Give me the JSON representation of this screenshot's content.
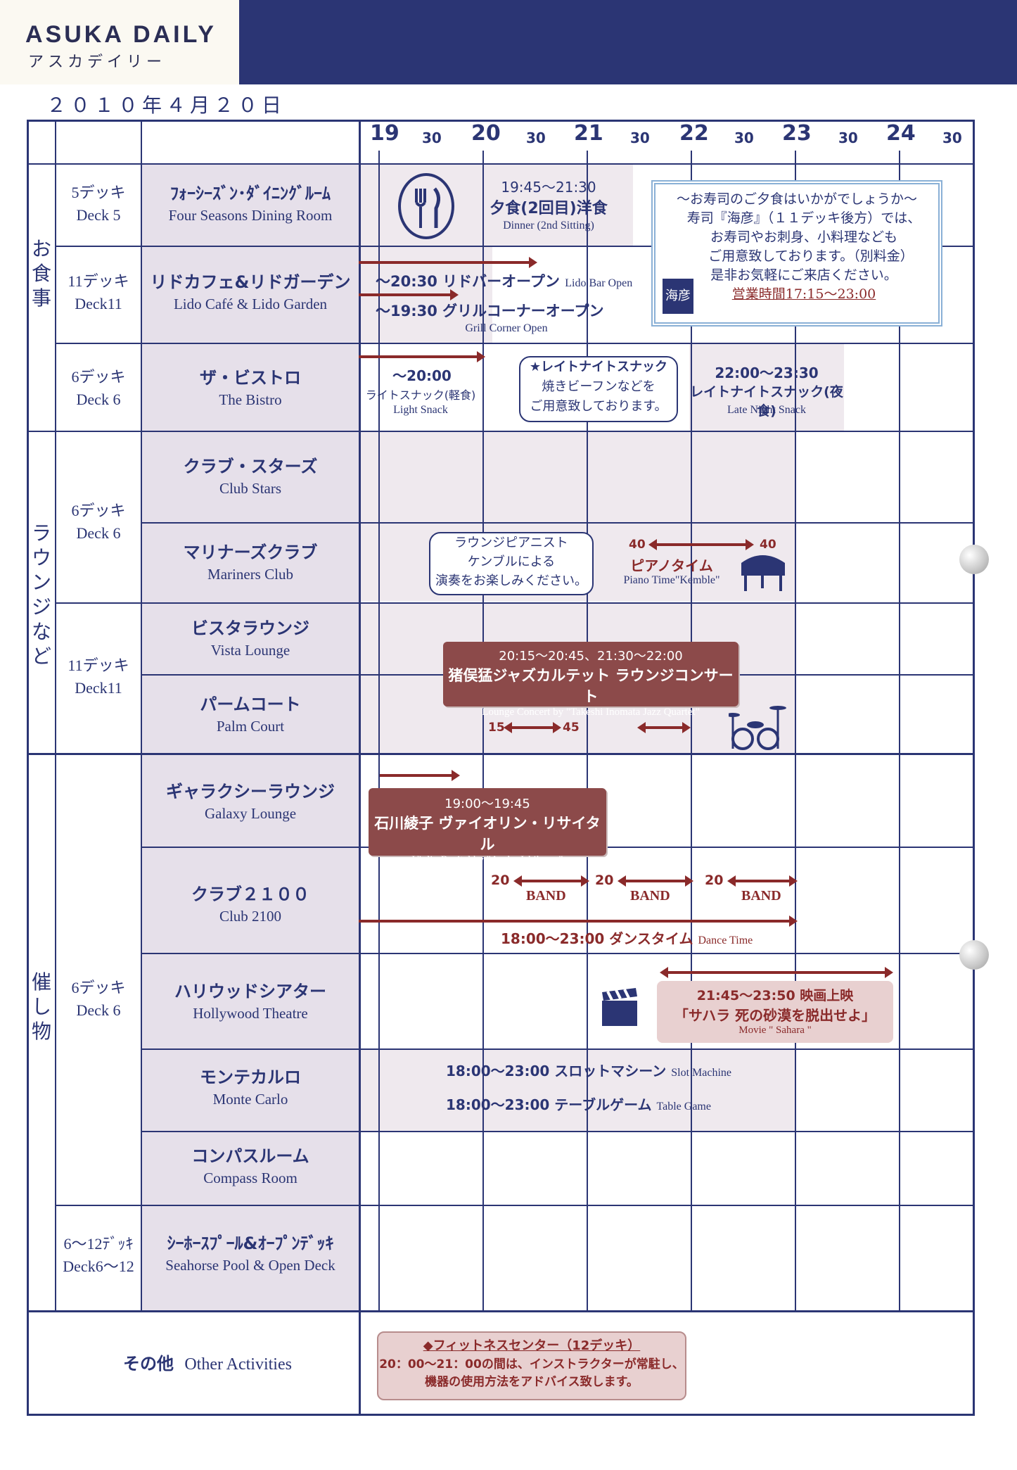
{
  "header": {
    "brand": "ASUKA DAILY",
    "brand_kana": "アスカデイリー",
    "date": "２０１０年４月２０日"
  },
  "timeline": {
    "hours": [
      "19",
      "20",
      "21",
      "22",
      "23",
      "24"
    ],
    "half": "30"
  },
  "categories": {
    "dining": "お食事",
    "lounge": "ラウンジなど",
    "events": "催し物"
  },
  "decks": {
    "d5": [
      "5デッキ",
      "Deck 5"
    ],
    "d11a": [
      "11デッキ",
      "Deck11"
    ],
    "d6a": [
      "6デッキ",
      "Deck 6"
    ],
    "d6b": [
      "6デッキ",
      "Deck 6"
    ],
    "d11b": [
      "11デッキ",
      "Deck11"
    ],
    "d6c": [
      "6デッキ",
      "Deck 6"
    ],
    "d612": [
      "6〜12ﾃﾞｯｷ",
      "Deck6〜12"
    ]
  },
  "venues": [
    {
      "jp": "ﾌｫｰｼｰｽﾞﾝ･ﾀﾞｲﾆﾝｸﾞﾙｰﾑ",
      "en": "Four Seasons Dining Room"
    },
    {
      "jp": "リドカフェ&リドガーデン",
      "en": "Lido Café & Lido Garden"
    },
    {
      "jp": "ザ・ビストロ",
      "en": "The Bistro"
    },
    {
      "jp": "クラブ・スターズ",
      "en": "Club Stars"
    },
    {
      "jp": "マリナーズクラブ",
      "en": "Mariners Club"
    },
    {
      "jp": "ビスタラウンジ",
      "en": "Vista Lounge"
    },
    {
      "jp": "パームコート",
      "en": "Palm Court"
    },
    {
      "jp": "ギャラクシーラウンジ",
      "en": "Galaxy Lounge"
    },
    {
      "jp": "クラブ２１００",
      "en": "Club 2100"
    },
    {
      "jp": "ハリウッドシアター",
      "en": "Hollywood Theatre"
    },
    {
      "jp": "モンテカルロ",
      "en": "Monte Carlo"
    },
    {
      "jp": "コンパスルーム",
      "en": "Compass Room"
    },
    {
      "jp": "ｼｰﾎｰｽﾌﾟｰﾙ&ｵｰﾌﾟﾝﾃﾞｯｷ",
      "en": "Seahorse Pool & Open Deck"
    }
  ],
  "other": {
    "jp": "その他",
    "en": "Other Activities"
  },
  "events": {
    "dinner_time": "19:45〜21:30",
    "dinner_jp": "夕食(2回目)洋食",
    "dinner_en": "Dinner (2nd Sitting)",
    "sushi_lines": [
      "〜お寿司のご夕食はいかがでしょうか〜",
      "寿司『海彦』（１１デッキ後方）では、",
      "お寿司やお刺身、小料理なども",
      "ご用意致しております。（別料金）",
      "是非お気軽にご来店ください。"
    ],
    "sushi_hours": "営業時間17:15〜23:00",
    "sushi_logo": "海彦",
    "lido_bar": "〜20:30 リドバーオープン",
    "lido_bar_en": "Lido Bar Open",
    "grill": "〜19:30 グリルコーナーオープン",
    "grill_en": "Grill Corner Open",
    "light_time": "〜20:00",
    "light_jp": "ライトスナック(軽食)",
    "light_en": "Light Snack",
    "late_bubble": [
      "★レイトナイトスナック",
      "焼きビーフンなどを",
      "ご用意致しております。"
    ],
    "late_time": "22:00〜23:30",
    "late_jp": "レイトナイトスナック(夜食)",
    "late_en": "Late Night Snack",
    "pianist_bubble": [
      "ラウンジピアニスト",
      "ケンブルによる",
      "演奏をお楽しみください。"
    ],
    "piano_start": "40",
    "piano_end": "40",
    "piano_jp": "ピアノタイム",
    "piano_en": "Piano Time\"Kemble\"",
    "jazz_time": "20:15〜20:45、21:30〜22:00",
    "jazz_jp": "猪俣猛ジャズカルテット ラウンジコンサート",
    "jazz_en": "Lounge Concert by \"Takeshi Inomata Jazz Quartet\"",
    "jazz_s": "15",
    "jazz_e": "45",
    "violin_time": "19:00〜19:45",
    "violin_jp": "石川綾子 ヴァイオリン・リサイタル",
    "violin_en": "Violin Recital by \"Ayako Ishikawa\"",
    "band_start": "20",
    "band": "BAND",
    "dance_time": "18:00〜23:00",
    "dance_jp": "ダンスタイム",
    "dance_en": "Dance Time",
    "movie_time": "21:45〜23:50 映画上映",
    "movie_jp": "「サハラ 死の砂漠を脱出せよ」",
    "movie_en": "Movie \" Sahara \"",
    "slot_time": "18:00〜23:00",
    "slot_jp": "スロットマシーン",
    "slot_en": "Slot Machine",
    "table_time": "18:00〜23:00",
    "table_jp": "テーブルゲーム",
    "table_en": "Table Game",
    "fitness_title": "◆フィットネスセンター（12デッキ）",
    "fitness_l1": "20：00〜21：00の間は、インストラクターが常駐し、",
    "fitness_l2": "機器の使用方法をアドバイス致します。"
  },
  "colors": {
    "navy": "#2b3574",
    "maroon": "#8a2a2a",
    "shade": "#efe9ee"
  }
}
